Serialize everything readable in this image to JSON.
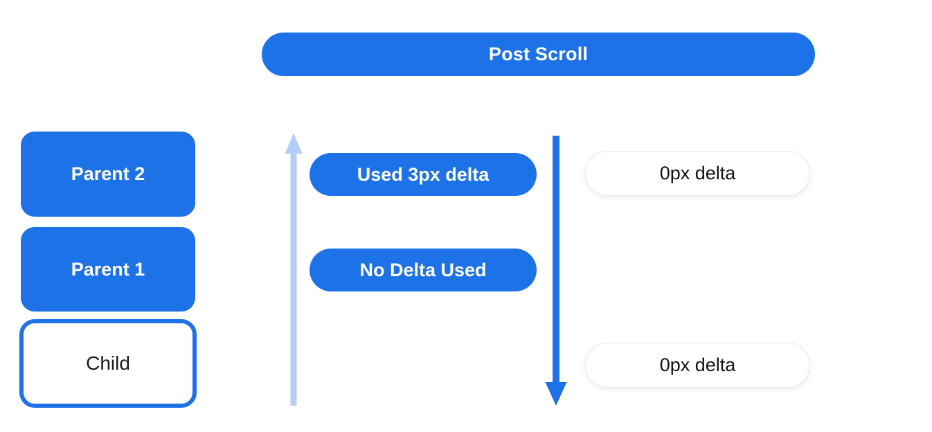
{
  "colors": {
    "primary_blue": "#1E72E7",
    "light_blue": "#B4CEF5",
    "pill_border": "#E9E9E9",
    "text_on_blue": "#FFFFFF",
    "text_dark": "#1A1A1A",
    "background": "#FFFFFF"
  },
  "banner": {
    "label": "Post Scroll"
  },
  "stack": {
    "parent2": "Parent 2",
    "parent1": "Parent 1",
    "child": "Child"
  },
  "middle": {
    "used_delta": "Used 3px delta",
    "no_delta": "No Delta Used"
  },
  "right": {
    "top_delta": "0px delta",
    "bottom_delta": "0px delta"
  }
}
